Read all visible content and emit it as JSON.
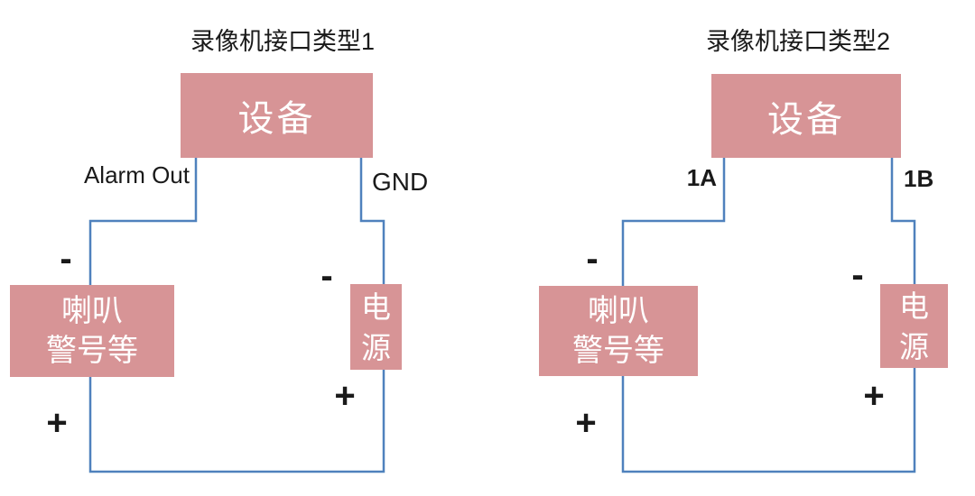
{
  "colors": {
    "box_fill": "#d79496",
    "box_text": "#ffffff",
    "wire": "#4f81bd",
    "label_text": "#1a1a1a",
    "background": "#ffffff"
  },
  "diagrams": [
    {
      "title": "录像机接口类型1",
      "device": {
        "label": "设备"
      },
      "terminals": {
        "left": "Alarm Out",
        "right": "GND"
      },
      "speaker": {
        "line1": "喇叭",
        "line2": "警号等",
        "minus": "-",
        "plus": "+"
      },
      "power": {
        "line1": "电",
        "line2": "源",
        "minus": "-",
        "plus": "+"
      }
    },
    {
      "title": "录像机接口类型2",
      "device": {
        "label": "设备"
      },
      "terminals": {
        "left": "1A",
        "right": "1B"
      },
      "speaker": {
        "line1": "喇叭",
        "line2": "警号等",
        "minus": "-",
        "plus": "+"
      },
      "power": {
        "line1": "电",
        "line2": "源",
        "minus": "-",
        "plus": "+"
      }
    }
  ]
}
